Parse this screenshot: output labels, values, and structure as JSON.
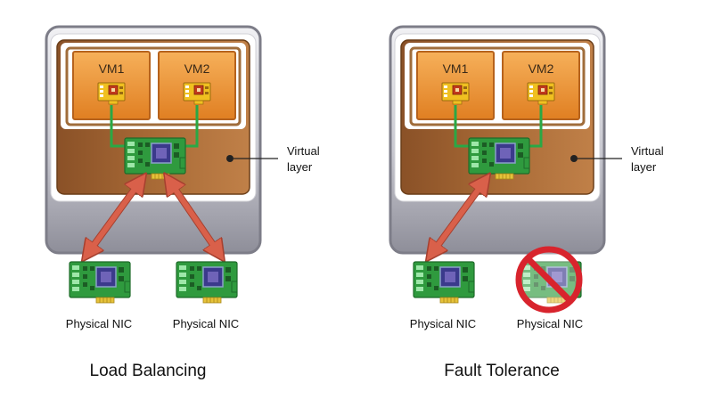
{
  "panels": [
    {
      "caption": "Load Balancing",
      "vm1_label": "VM1",
      "vm2_label": "VM2",
      "virtual_layer_line1": "Virtual",
      "virtual_layer_line2": "layer",
      "nic1_label": "Physical NIC",
      "nic2_label": "Physical NIC",
      "nic2_failed": false
    },
    {
      "caption": "Fault Tolerance",
      "vm1_label": "VM1",
      "vm2_label": "VM2",
      "virtual_layer_line1": "Virtual",
      "virtual_layer_line2": "layer",
      "nic1_label": "Physical NIC",
      "nic2_label": "Physical NIC",
      "nic2_failed": true
    }
  ],
  "icons": {
    "vm_chip": "chip-icon",
    "virtual_nic": "network-card-icon",
    "physical_nic": "network-card-icon",
    "prohibited": "prohibited-icon"
  },
  "colors": {
    "host_frame": "#8a8a95",
    "vm_box": "#e8963a",
    "virtual_layer": "#9a5e2d",
    "link_line": "#2aa845",
    "arrow": "#d9604a",
    "nic_board": "#2f9a3e",
    "prohibit": "#d8242d"
  }
}
